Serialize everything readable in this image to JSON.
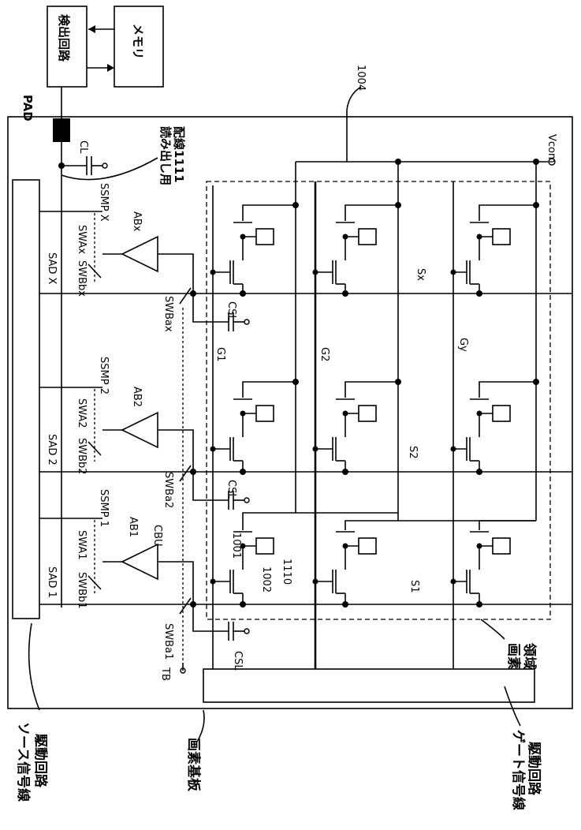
{
  "labels": {
    "detect": "検出回路",
    "memory": "メモリ",
    "pad": "PAD",
    "vcom": "Vcom",
    "ref1004": "1004",
    "readout": "読み出し用",
    "readout2": "配線1111",
    "cl": "CL",
    "ssmpx": "SSMP X",
    "ssmp2": "SSMP 2",
    "ssmp1": "SSMP 1",
    "sadx": "SAD X",
    "sad2": "SAD 2",
    "sad1": "SAD 1",
    "swax": "SWAx",
    "swbx": "SWBbx",
    "swa2": "SWA2",
    "swb2": "SWBb2",
    "swa1": "SWA1",
    "swb1": "SWBb1",
    "swbax": "SWBax",
    "swba2": "SWBa2",
    "swba1": "SWBa1",
    "abx": "ABx",
    "ab2": "AB2",
    "ab1": "AB1",
    "cbu": "CBU",
    "csl": "CSL",
    "sx": "Sx",
    "s2": "S2",
    "s1": "S1",
    "g1": "G1",
    "g2": "G2",
    "gy": "Gy",
    "r1001": "1001",
    "r1002": "1002",
    "r1110": "1110",
    "tb": "TB",
    "pixel_area1": "画素",
    "pixel_area2": "領域",
    "source_drv1": "ソース信号線",
    "source_drv2": "駆動回路",
    "substrate": "画素基板",
    "gate_drv1": "ゲート信号線",
    "gate_drv2": "駆動回路"
  }
}
